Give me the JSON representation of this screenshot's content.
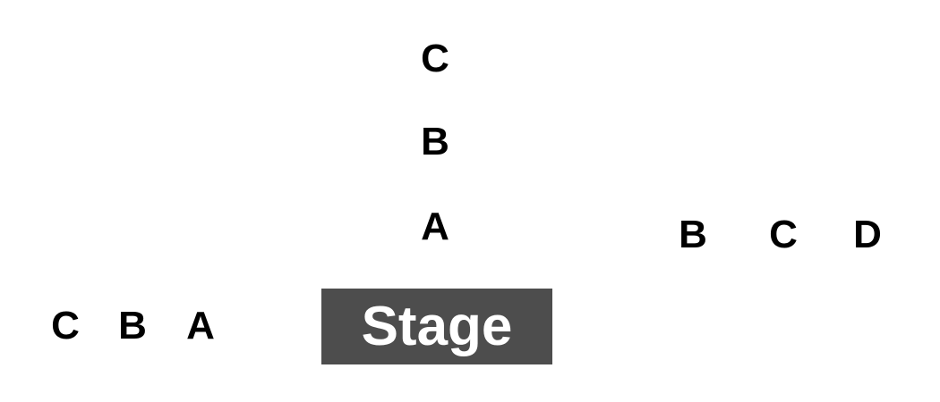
{
  "stage": {
    "label": "Stage",
    "fill_color": "#4d4d4d",
    "text_color": "#ffffff"
  },
  "sections": {
    "left": {
      "rows": [
        "C",
        "B",
        "A"
      ]
    },
    "center": {
      "rows": [
        "C",
        "B",
        "A"
      ]
    },
    "right": {
      "rows": [
        "B",
        "C",
        "D"
      ]
    }
  },
  "label_color": "#000000"
}
